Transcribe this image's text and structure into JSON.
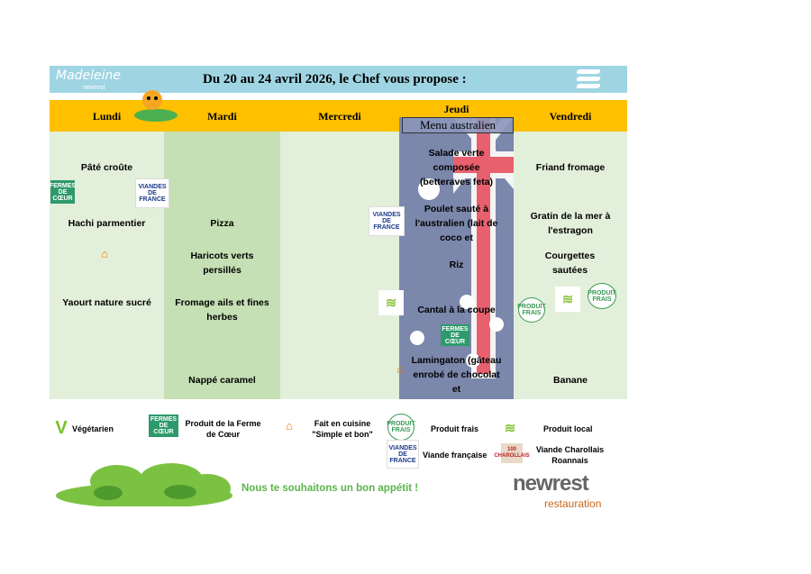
{
  "header": {
    "brand": "Madeleine",
    "brand_sub": "newrest",
    "title": "Du  20 au 24 avril  2026, le Chef vous propose :"
  },
  "days": [
    "Lundi",
    "Mardi",
    "Mercredi",
    "Jeudi",
    "Vendredi"
  ],
  "jeudi_theme": "Menu australien",
  "menu": {
    "lundi": [
      "Pâté croûte",
      "Hachi parmentier",
      "Yaourt nature sucré"
    ],
    "mardi": [
      "Pizza",
      "Haricots verts persillés",
      "Fromage ails et fines herbes",
      "Nappé caramel"
    ],
    "jeudi": [
      "Salade verte composée (betteraves feta)",
      "Poulet sauté à l'australien (lait de coco et",
      "Riz",
      "Cantal à la coupe",
      "Lamingaton (gâteau enrobé de chocolat et"
    ],
    "vendredi": [
      "Friand fromage",
      "Gratin de la mer à l'estragon",
      "Courgettes sautées",
      "Banane"
    ]
  },
  "icons": {
    "fermes": "FERMES DE CŒUR",
    "viandes": "VIANDES DE FRANCE",
    "frais": "PRODUIT FRAIS",
    "charollais": "100 CHAROLLAIS"
  },
  "legend": {
    "vege": "Végétarien",
    "ferme": "Produit de la Ferme de Cœur",
    "maison": "Fait en cuisine \"Simple et bon\"",
    "frais": "Produit frais",
    "local": "Produit local",
    "viande": "Viande française",
    "charollais": "Viande Charollais Roannais"
  },
  "footer": {
    "message": "Nous te souhaitons un bon appétit !",
    "logo": "newrest",
    "logo_sub": "restauration"
  },
  "colors": {
    "banner": "#9fd5e3",
    "days": "#ffc000",
    "col_light": "#e2efda",
    "col_dark": "#c5e0b4",
    "accent": "#5bb54a"
  }
}
